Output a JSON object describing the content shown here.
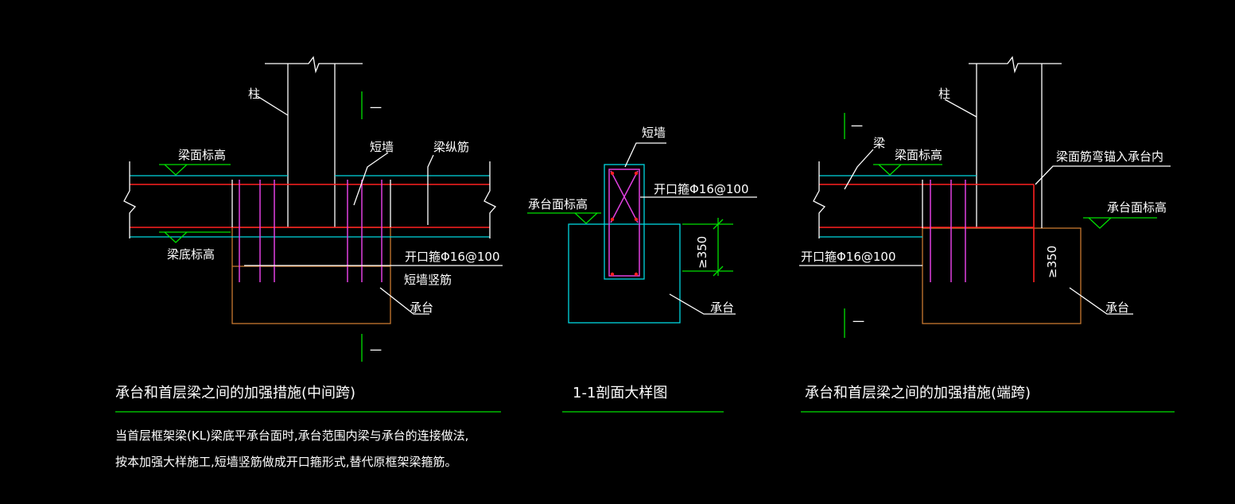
{
  "colors": {
    "background": "#000000",
    "leader": "#ffffff",
    "elevation_mark": "#00e000",
    "beam_top": "#00d8e0",
    "main_bar": "#ff2020",
    "stirrup": "#e040e0",
    "cap_outline": "#c87830"
  },
  "left_detail": {
    "label_column": "柱",
    "label_short_wall": "短墙",
    "label_beam_top_elev": "梁面标高",
    "label_beam_long_bar": "梁纵筋",
    "label_beam_bottom_elev": "梁底标高",
    "label_stirrup": "开口箍Φ16@100",
    "label_wall_vertical_bar": "短墙竖筋",
    "label_pile_cap": "承台",
    "section_mark_top": "一",
    "section_mark_bottom": "一",
    "title": "承台和首层梁之间的加强措施(中间跨)"
  },
  "middle_detail": {
    "label_short_wall": "短墙",
    "label_stirrup": "开口箍Φ16@100",
    "label_cap_top_elev": "承台面标高",
    "dimension": "≥350",
    "label_pile_cap": "承台",
    "title": "1-1剖面大样图"
  },
  "right_detail": {
    "label_column": "柱",
    "label_beam": "梁",
    "label_beam_top_elev": "梁面标高",
    "label_anchor": "梁面筋弯锚入承台内",
    "label_cap_top_elev": "承台面标高",
    "label_stirrup": "开口箍Φ16@100",
    "dimension": "≥350",
    "label_pile_cap": "承台",
    "section_mark_top": "一",
    "section_mark_bottom": "一",
    "title": "承台和首层梁之间的加强措施(端跨)"
  },
  "notes": {
    "line1": "当首层框架梁(KL)梁底平承台面时,承台范围内梁与承台的连接做法,",
    "line2": "按本加强大样施工,短墙竖筋做成开口箍形式,替代原框架梁箍筋。"
  }
}
